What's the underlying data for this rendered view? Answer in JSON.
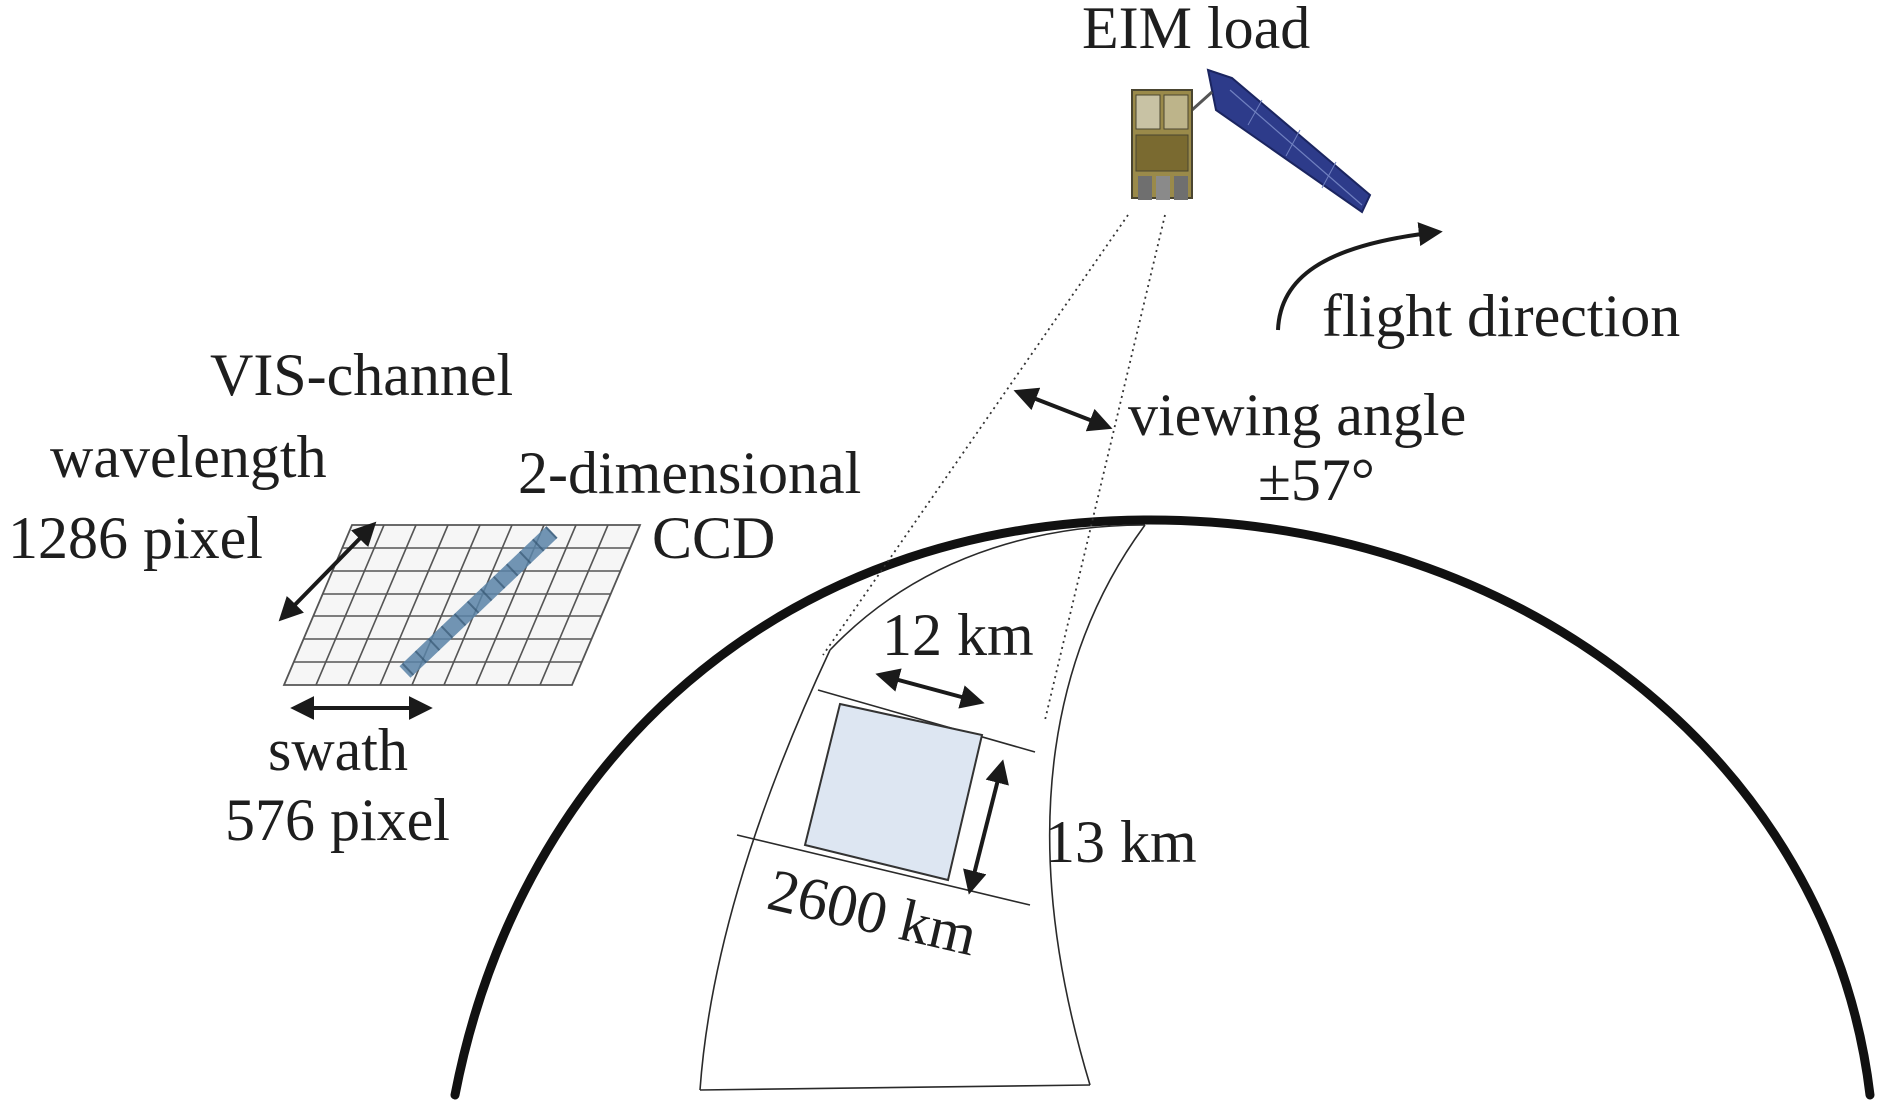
{
  "labels": {
    "eim_load": "EIM load",
    "flight_direction": "flight direction",
    "vis_channel": "VIS-channel",
    "wavelength": "wavelength",
    "wavelength_pixels": "1286 pixel",
    "ccd_line1": "2-dimensional",
    "ccd_line2": "CCD",
    "swath": "swath",
    "swath_pixels": "576 pixel",
    "viewing_angle": "viewing angle",
    "viewing_angle_value": "±57°",
    "along_track_width": "12 km",
    "cross_track_width": "13 km",
    "swath_width": "2600 km"
  },
  "colors": {
    "earth_outline": "#111111",
    "solar_panel": "#2d3b8a",
    "satellite_body": "#9a8a4a",
    "pixel_footprint": "#dde6f2",
    "ccd_line": "#5a84a8"
  }
}
